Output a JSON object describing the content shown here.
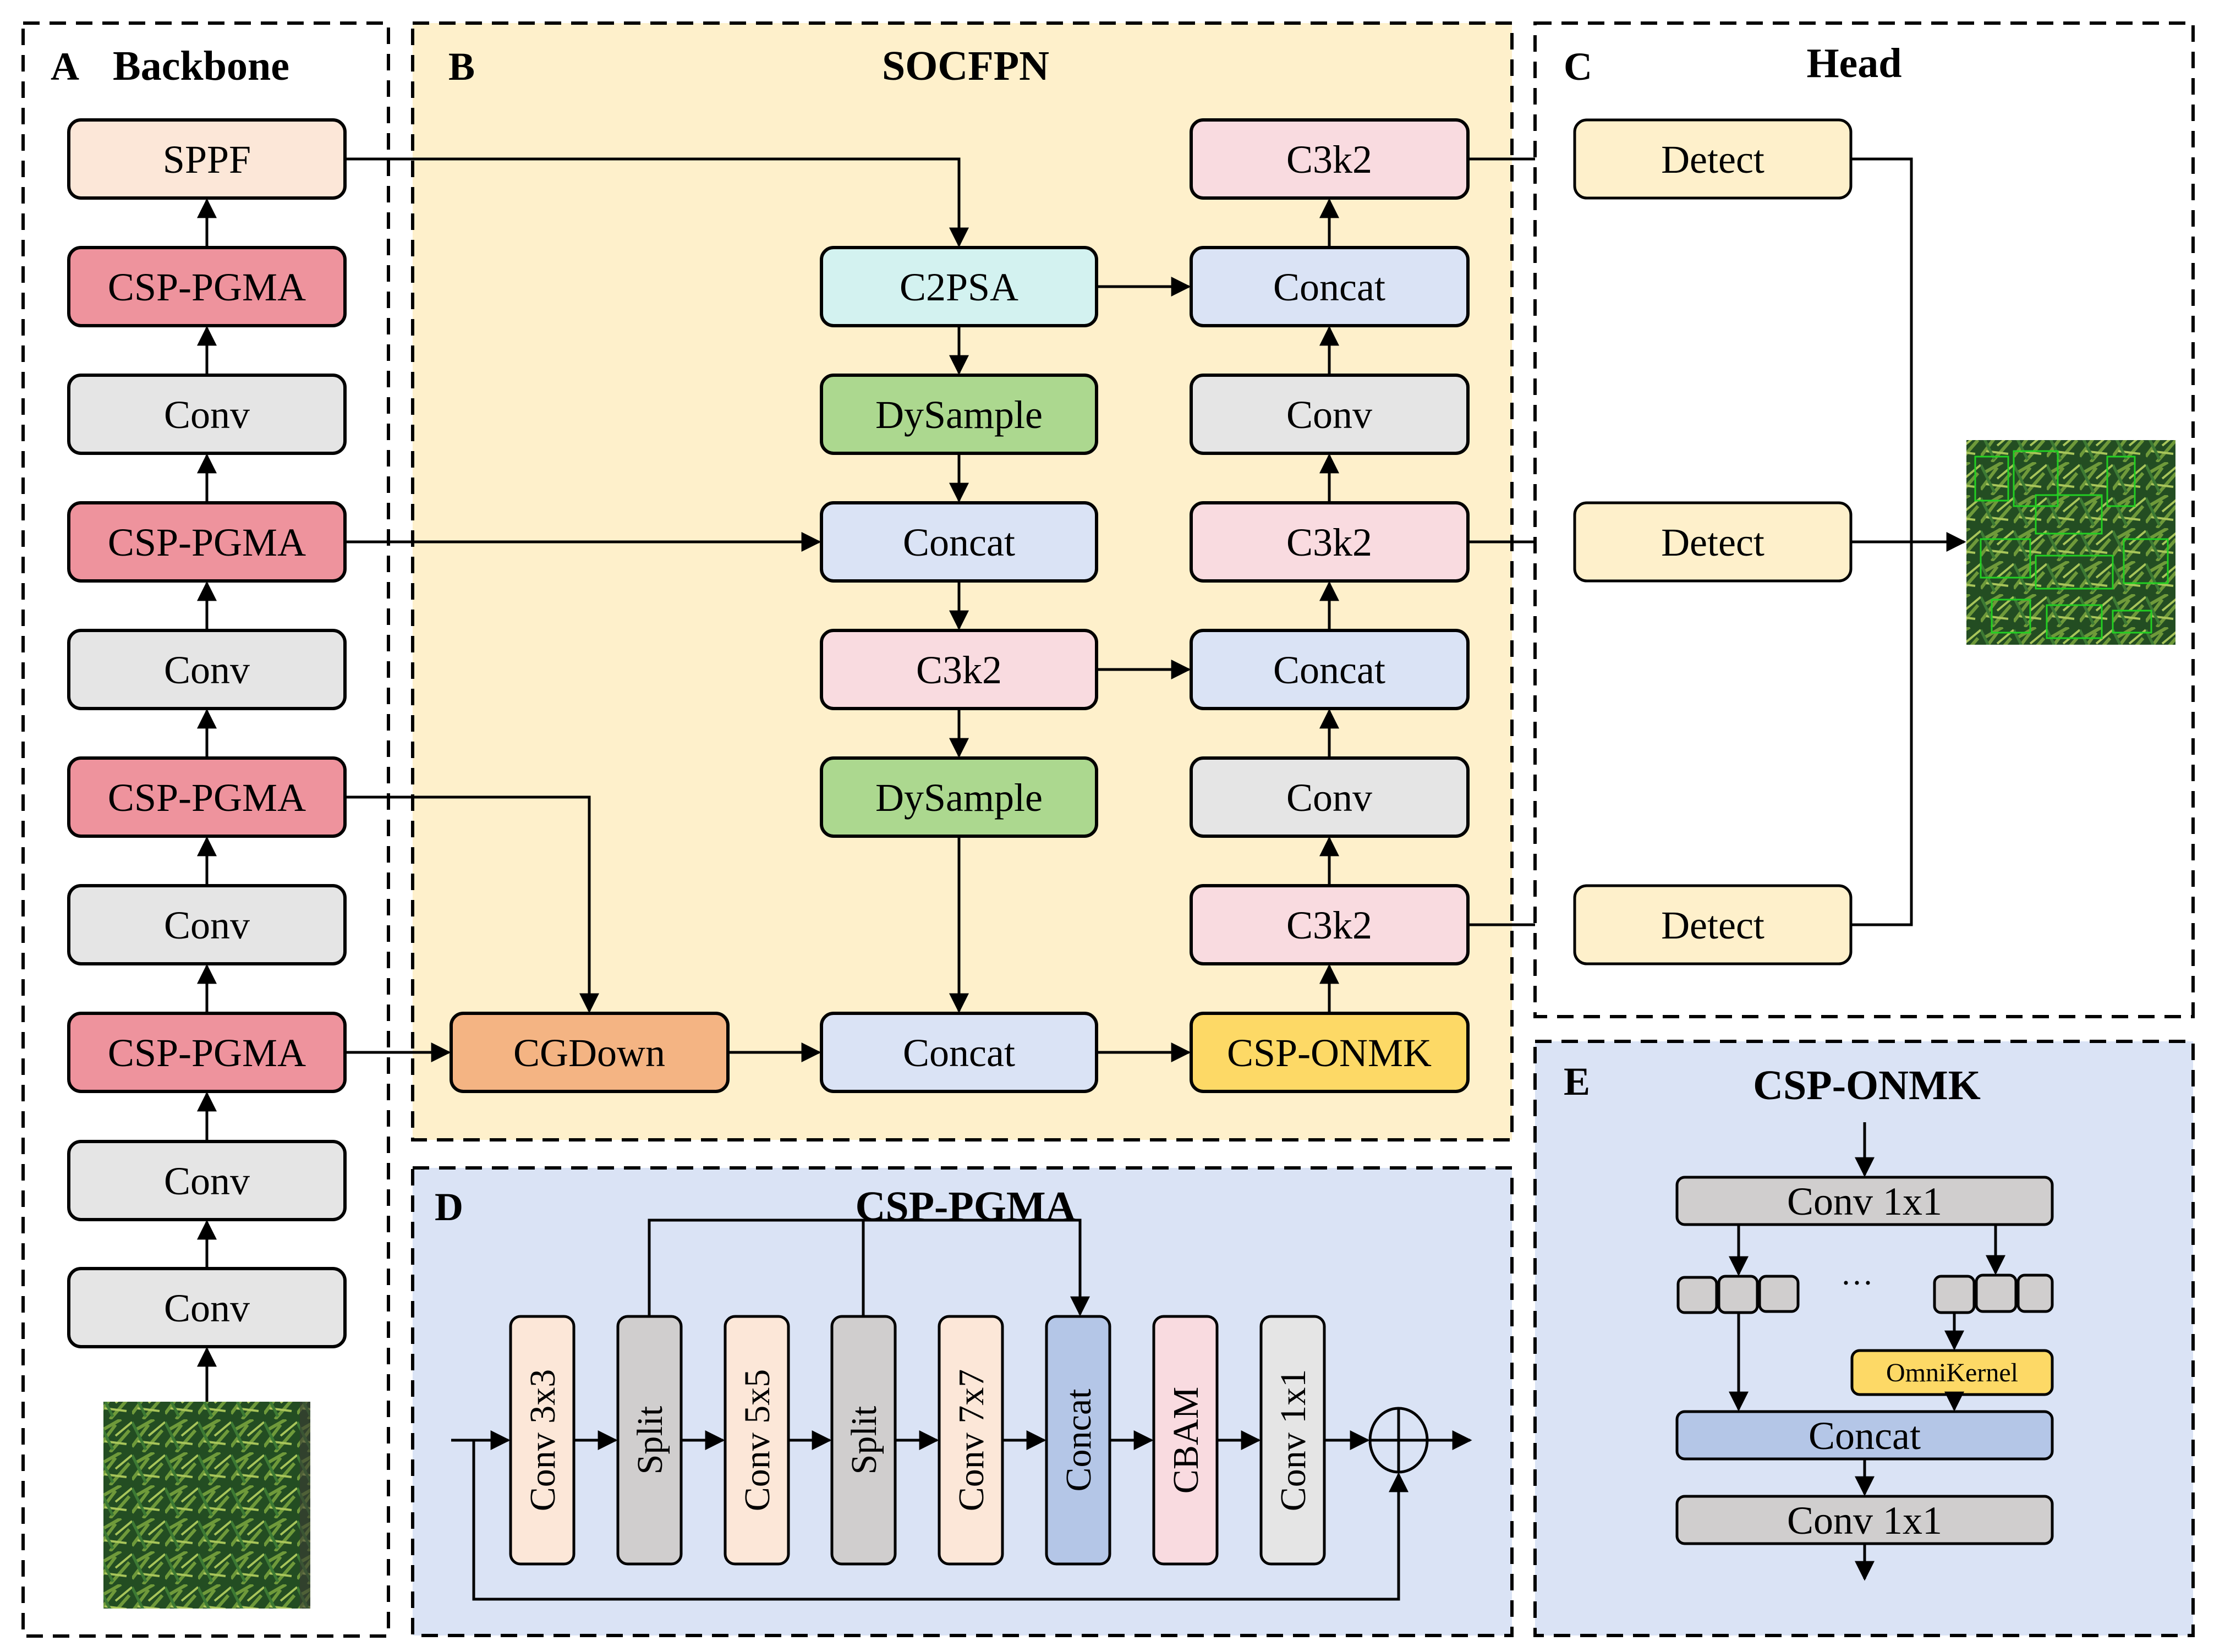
{
  "colors": {
    "sppf": "#fce7d8",
    "csp_pgma": "#ee939d",
    "conv": "#e5e5e5",
    "c2psa": "#d3f2f0",
    "dysample": "#acd88f",
    "concat": "#dae3f5",
    "c3k2": "#f9dbe0",
    "cgdown": "#f4b483",
    "csp_onmk": "#fdd966",
    "detect": "#fef0cb",
    "panel_b_bg": "#fef0cb",
    "panel_de_bg": "#dae3f5",
    "split": "#d0cece",
    "concat_dark": "#b4c6e7",
    "conv_kxk": "#fce7d8",
    "cbam": "#f9dbe0",
    "conv1x1_light": "#e5e5e5",
    "omnikernel": "#fdd966",
    "grass": "#2f5e2a"
  },
  "panels": {
    "A": {
      "letter": "A",
      "title": "Backbone"
    },
    "B": {
      "letter": "B",
      "title": "SOCFPN"
    },
    "C": {
      "letter": "C",
      "title": "Head"
    },
    "D": {
      "letter": "D",
      "title": "CSP-PGMA"
    },
    "E": {
      "letter": "E",
      "title": "CSP-ONMK"
    }
  },
  "backbone": {
    "blocks": [
      "SPPF",
      "CSP-PGMA",
      "Conv",
      "CSP-PGMA",
      "Conv",
      "CSP-PGMA",
      "Conv",
      "CSP-PGMA",
      "Conv",
      "Conv"
    ],
    "input_image": "rice-field-input-image"
  },
  "neck": {
    "c2psa": "C2PSA",
    "dysample_1": "DySample",
    "concat_1": "Concat",
    "c3k2_1": "C3k2",
    "dysample_2": "DySample",
    "cgdown": "CGDown",
    "concat_2": "Concat",
    "csp_onmk": "CSP-ONMK",
    "c3k2_2": "C3k2",
    "conv_1": "Conv",
    "concat_3": "Concat",
    "c3k2_3": "C3k2",
    "conv_2": "Conv",
    "concat_4": "Concat",
    "c3k2_4": "C3k2"
  },
  "head": {
    "detect_labels": [
      "Detect",
      "Detect",
      "Detect"
    ],
    "output_image": "rice-detection-output-image"
  },
  "pgma": {
    "blocks": [
      "Conv 3x3",
      "Split",
      "Conv 5x5",
      "Split",
      "Conv 7x7",
      "Concat",
      "CBAM",
      "Conv 1x1"
    ],
    "add_symbol": "⊕"
  },
  "onmk": {
    "conv_top": "Conv 1x1",
    "ellipsis": "···",
    "omnikernel": "OmniKernel",
    "concat": "Concat",
    "conv_bottom": "Conv 1x1"
  }
}
